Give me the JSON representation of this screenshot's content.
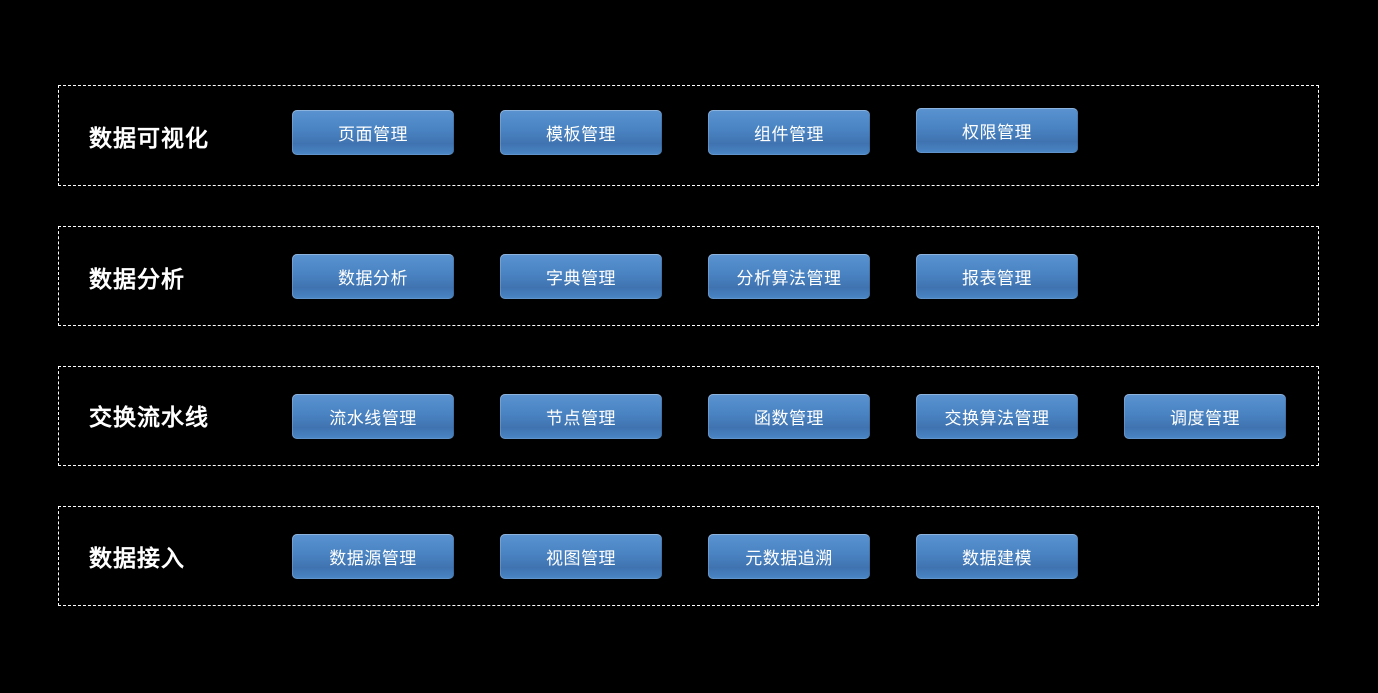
{
  "page": {
    "background_color": "#000000",
    "accent_color": "#4a86c6",
    "border_style_color": "#ffffff",
    "text_color": "#ffffff"
  },
  "groups": [
    {
      "label": "数据可视化",
      "buttons": [
        {
          "label": "页面管理"
        },
        {
          "label": "模板管理"
        },
        {
          "label": "组件管理"
        },
        {
          "label": "权限管理"
        }
      ]
    },
    {
      "label": "数据分析",
      "buttons": [
        {
          "label": "数据分析"
        },
        {
          "label": "字典管理"
        },
        {
          "label": "分析算法管理"
        },
        {
          "label": "报表管理"
        }
      ]
    },
    {
      "label": "交换流水线",
      "buttons": [
        {
          "label": "流水线管理"
        },
        {
          "label": "节点管理"
        },
        {
          "label": "函数管理"
        },
        {
          "label": "交换算法管理"
        },
        {
          "label": "调度管理"
        }
      ]
    },
    {
      "label": "数据接入",
      "buttons": [
        {
          "label": "数据源管理"
        },
        {
          "label": "视图管理"
        },
        {
          "label": "元数据追溯"
        },
        {
          "label": "数据建模"
        }
      ]
    }
  ]
}
